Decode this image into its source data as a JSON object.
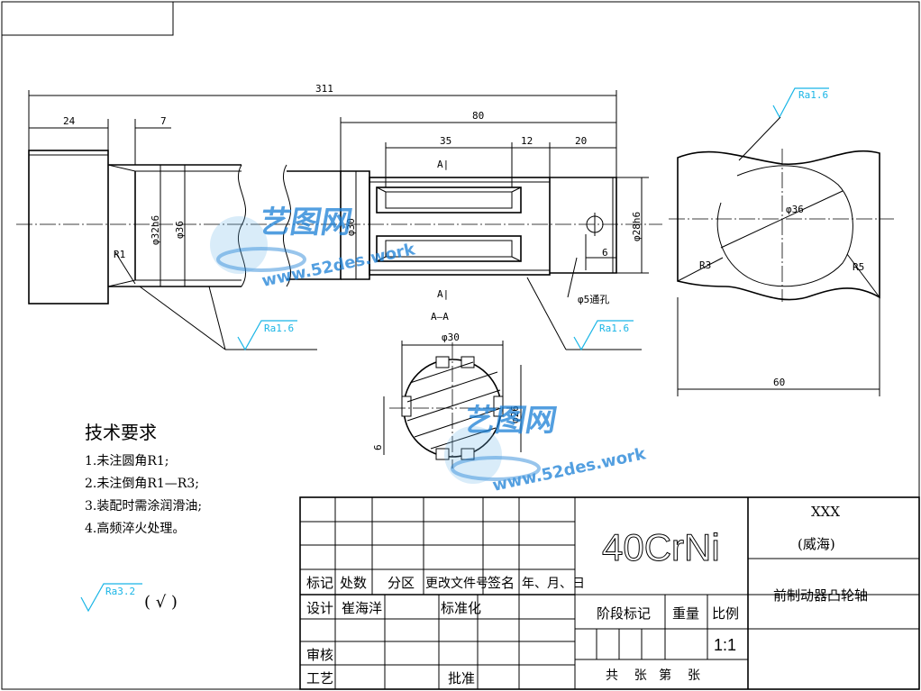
{
  "dimensions": {
    "overall_length": "311",
    "left_collar": "24",
    "shoulder": "7",
    "right_section": "80",
    "keyway_length": "35",
    "gap": "12",
    "end_length": "20",
    "d32": "φ32h6",
    "d36": "φ36",
    "d30": "φ30",
    "d28": "φ28h6",
    "hole_offset": "6",
    "hole_note": "φ5通孔",
    "fillet_r1": "R1",
    "section_mark_top": "A|",
    "section_mark_bottom": "A|"
  },
  "section_view": {
    "title": "A—A",
    "dia_30": "φ30",
    "dia_26": "φ26",
    "key_width": "6"
  },
  "side_view": {
    "roughness": "Ra1.6",
    "dia_36": "φ36",
    "r3": "R3",
    "r5": "R5",
    "width_60": "60"
  },
  "roughness_labels": {
    "left": "Ra1.6",
    "middle": "Ra1.6",
    "general": "Ra3.2",
    "general_suffix": "( √ )"
  },
  "tech_requirements": {
    "title": "技术要求",
    "items": [
      "1.未注圆角R1;",
      "2.未注倒角R1—R3;",
      "3.装配时需涂润滑油;",
      "4.高频淬火处理。"
    ]
  },
  "title_block": {
    "material": "40CrNi",
    "company_line1": "XXX",
    "company_line2": "(威海)",
    "part_name": "前制动器凸轮轴",
    "headers": [
      "标记",
      "处数",
      "分区",
      "更改文件号",
      "签名",
      "年、月、日"
    ],
    "design_label": "设计",
    "designer": "崔海洋",
    "standardize_label": "标准化",
    "review_label": "审核",
    "process_label": "工艺",
    "approve_label": "批准",
    "stage_label": "阶段标记",
    "weight_label": "重量",
    "scale_label": "比例",
    "scale_value": "1:1",
    "sheets": "共    张   第    张"
  },
  "watermark": {
    "name": "艺图网",
    "url": "www.52des.work"
  },
  "colors": {
    "line": "#000000",
    "roughness": "#19b5e6",
    "watermark": "#1a7fd6"
  }
}
